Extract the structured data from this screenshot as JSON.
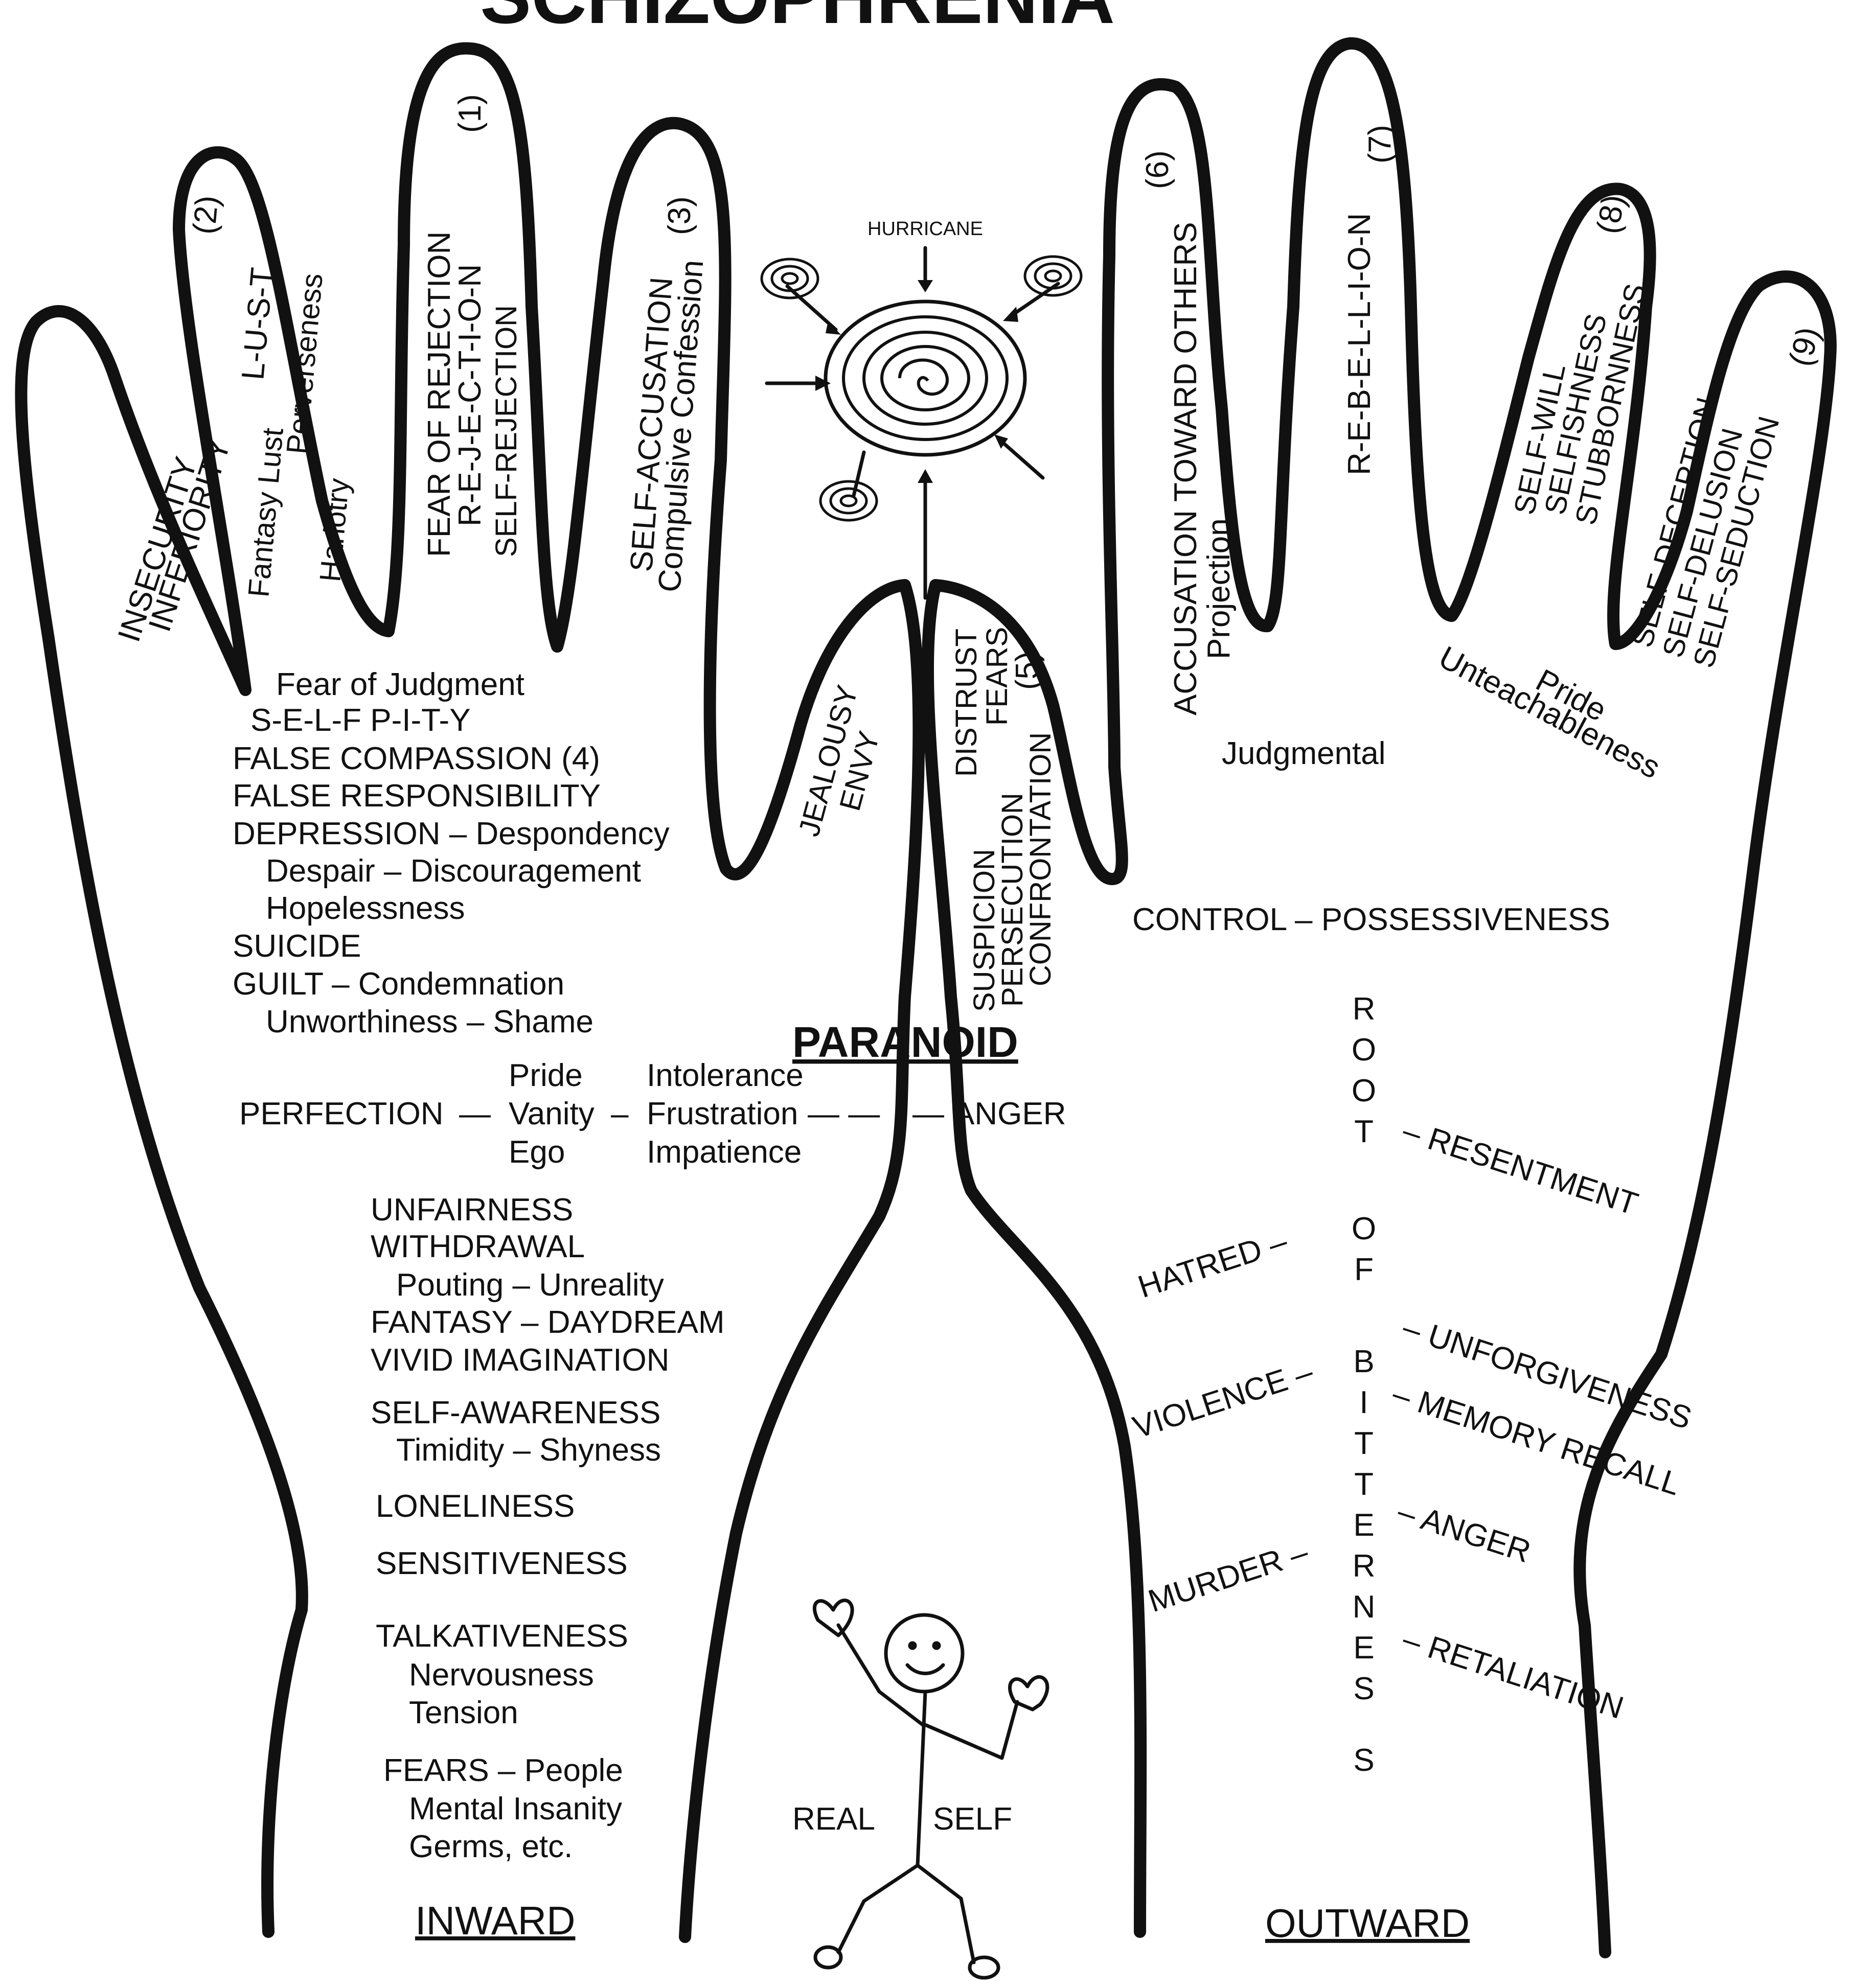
{
  "title": "SCHIZOPHRENIA",
  "hurricane": "HURRICANE",
  "paranoid": "PARANOID",
  "real": "REAL",
  "self": "SELF",
  "inward": "INWARD",
  "outward": "OUTWARD",
  "fingers": {
    "f1": {
      "num": "(1)",
      "lines": [
        "FEAR OF REJECTION",
        "R-E-J-E-C-T-I-O-N",
        "SELF-REJECTION"
      ]
    },
    "f2": {
      "num": "(2)",
      "lines": [
        "L-U-S-T",
        "Fantasy Lust",
        "Perverseness",
        "Harlotry"
      ]
    },
    "f3": {
      "num": "(3)",
      "lines": [
        "SELF-ACCUSATION",
        "Compulsive Confession"
      ]
    },
    "f4": {
      "lines": [
        "INSECURITY",
        "INFERIORITY"
      ]
    },
    "f5": {
      "num": "(5)",
      "lines": [
        "DISTRUST",
        "FEARS",
        "SUSPICION",
        "PERSECUTION",
        "CONFRONTATION"
      ]
    },
    "f5b": {
      "lines": [
        "JEALOUSY",
        "ENVY"
      ]
    },
    "f6": {
      "num": "(6)",
      "lines": [
        "ACCUSATION TOWARD OTHERS",
        "Projection"
      ]
    },
    "f7": {
      "num": "(7)",
      "lines": [
        "R-E-B-E-L-L-I-O-N"
      ]
    },
    "f8": {
      "num": "(8)",
      "lines": [
        "SELF-WILL",
        "SELFISHNESS",
        "STUBBORNNESS"
      ]
    },
    "f9": {
      "num": "(9)",
      "lines": [
        "SELF-DECEPTION",
        "SELF-DELUSION",
        "SELF-SEDUCTION"
      ]
    }
  },
  "left_palm": [
    "Fear of Judgment",
    "S-E-L-F  P-I-T-Y",
    "FALSE COMPASSION (4)",
    "FALSE RESPONSIBILITY",
    "DEPRESSION – Despondency",
    "Despair – Discouragement",
    "Hopelessness",
    "SUICIDE",
    "GUILT – Condemnation",
    "Unworthiness – Shame"
  ],
  "perfection": {
    "perfection": "PERFECTION",
    "dash1": "—",
    "pride": "Pride",
    "vanity": "Vanity",
    "ego": "Ego",
    "dash2": "–",
    "intolerance": "Intolerance",
    "frustration": "Frustration",
    "impatience": "Impatience",
    "dash3": "— —",
    "dash4": "—",
    "anger": "ANGER"
  },
  "left_arm": [
    "UNFAIRNESS",
    "WITHDRAWAL",
    "Pouting – Unreality",
    "FANTASY – DAYDREAM",
    "VIVID IMAGINATION",
    "SELF-AWARENESS",
    "Timidity – Shyness",
    "LONELINESS",
    "SENSITIVENESS",
    "TALKATIVENESS",
    "Nervousness",
    "Tension",
    "FEARS – People",
    "Mental Insanity",
    "Germs, etc."
  ],
  "right_palm": {
    "pride": "Pride",
    "unteach": "Unteachableness",
    "judgmental": "Judgmental",
    "control": "CONTROL  –  POSSESSIVENESS"
  },
  "root_letters": [
    "R",
    "O",
    "O",
    "T",
    "O",
    "F",
    "B",
    "I",
    "T",
    "T",
    "E",
    "R",
    "N",
    "E",
    "S",
    "S"
  ],
  "root_right": [
    "– RESENTMENT",
    "– UNFORGIVENESS",
    "– MEMORY RECALL",
    "– ANGER",
    "– RETALIATION"
  ],
  "root_left": [
    "HATRED –",
    "VIOLENCE –",
    "MURDER –"
  ]
}
